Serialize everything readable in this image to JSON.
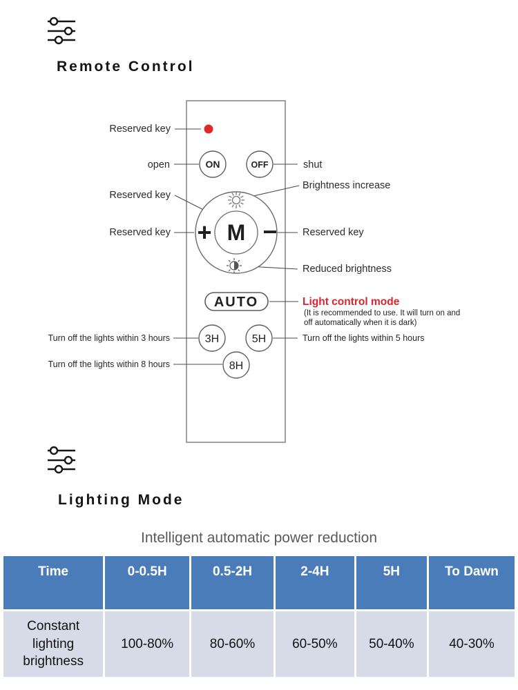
{
  "colors": {
    "accent_red": "#d8262c",
    "indicator_red": "#e02a2a",
    "table_header_bg": "#4b7cba",
    "table_row_bg": "#d7dbe8"
  },
  "remote_section": {
    "title": "Remote Control",
    "remote": {
      "reserved_key_top": "Reserved key",
      "open": "open",
      "on": "ON",
      "off": "OFF",
      "shut": "shut",
      "brightness_increase": "Brightness increase",
      "reserved_key_m": "Reserved key",
      "reserved_key_plus": "Reserved key",
      "reserved_key_minus": "Reserved key",
      "plus": "+",
      "mode": "M",
      "minus": "−",
      "reduced_brightness": "Reduced brightness",
      "auto": "AUTO",
      "light_control_mode": "Light control mode",
      "light_control_note_line1": "(It is recommended to use. It will turn on and",
      "light_control_note_line2": "off automatically when it is dark)",
      "btn_3h": "3H",
      "btn_5h": "5H",
      "btn_8h": "8H",
      "turn_off_3h": "Turn off the lights within 3 hours",
      "turn_off_5h": "Turn off the lights within 5 hours",
      "turn_off_8h": "Turn off the lights within 8 hours"
    }
  },
  "lighting_section": {
    "title": "Lighting Mode",
    "caption": "Intelligent automatic power reduction",
    "table": {
      "header": [
        "Time",
        "0-0.5H",
        "0.5-2H",
        "2-4H",
        "5H",
        "To Dawn"
      ],
      "rows": [
        [
          "Constant lighting brightness",
          "100-80%",
          "80-60%",
          "60-50%",
          "50-40%",
          "40-30%"
        ]
      ]
    }
  }
}
